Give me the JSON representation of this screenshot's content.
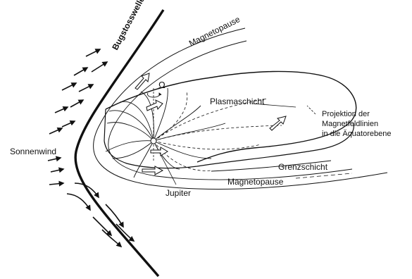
{
  "labels": {
    "bow_shock": "Bugstosswelle",
    "magnetopause_top": "Magnetopause",
    "magnetopause_bottom": "Magnetopause",
    "omega": "Ω",
    "plasma_sheet": "Plasmaschicht",
    "projection_line1": "Projektion der",
    "projection_line2": "Magnetfeldlinien",
    "projection_line3": "in die Äquatorebene",
    "solar_wind": "Sonnenwind",
    "boundary_layer": "Grenzschicht",
    "jupiter": "Jupiter"
  },
  "colors": {
    "ink": "#111111",
    "background": "#ffffff"
  }
}
